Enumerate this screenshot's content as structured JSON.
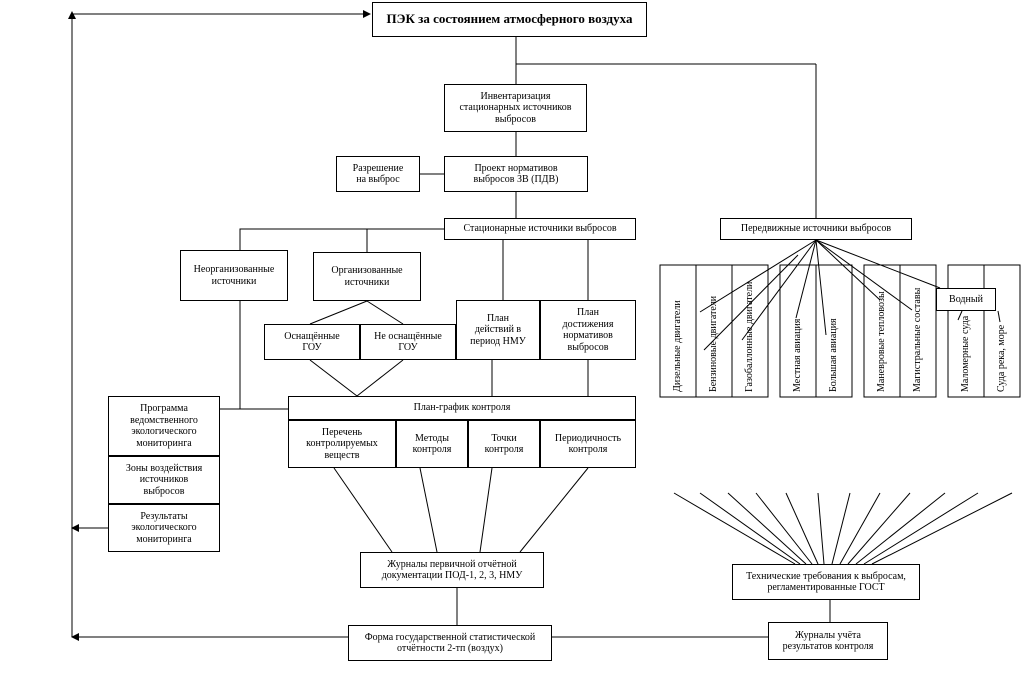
{
  "header": {
    "title": "ПЭК за состоянием атмосферного воздуха"
  },
  "stationary": {
    "inventory": "Инвентаризация\nстационарных источников\nвыбросов",
    "permit": "Разрешение\nна выброс",
    "project": "Проект нормативов\nвыбросов ЗВ (ПДВ)",
    "sources": "Стационарные источники выбросов",
    "unorganized": "Неорганизованные\nисточники",
    "organized": "Организованные\nисточники",
    "equipped": "Оснащённые\nГОУ",
    "not_equipped": "Не оснащённые\nГОУ",
    "nmu_plan": "План\nдействий в\nпериод НМУ",
    "achievement_plan": "План\nдостижения\nнормативов\nвыбросов"
  },
  "control": {
    "schedule": "План-график контроля",
    "columns": [
      "Перечень\nконтролируемых\nвеществ",
      "Методы\nконтроля",
      "Точки\nконтроля",
      "Периодичность\nконтроля"
    ]
  },
  "monitoring": {
    "program": "Программа\nведомственного\nэкологического\nмониторинга",
    "zones": "Зоны воздействия\nисточников\nвыбросов",
    "results": "Результаты\nэкологического\nмониторинга"
  },
  "records": {
    "journals": "Журналы первичной отчётной\nдокументации ПОД-1, 2, 3, НМУ",
    "statistics": "Форма государственной статистической\nотчётности 2-тп (воздух)",
    "accounting": "Журналы учёта\nрезультатов контроля",
    "tech_requirements": "Технические требования к выбросам,\nрегламентированные ГОСТ"
  },
  "mobile": {
    "title": "Передвижные источники выбросов",
    "water_tag": "Водный",
    "columns": [
      "Дизельные двигатели",
      "Бензиновые двигатели",
      "Газобаллонные двигатели",
      "Местная авиация",
      "Большая авиация",
      "Маневровые тепловозы",
      "Магистральные составы",
      "Маломерные суда",
      "Суда река, море"
    ]
  }
}
